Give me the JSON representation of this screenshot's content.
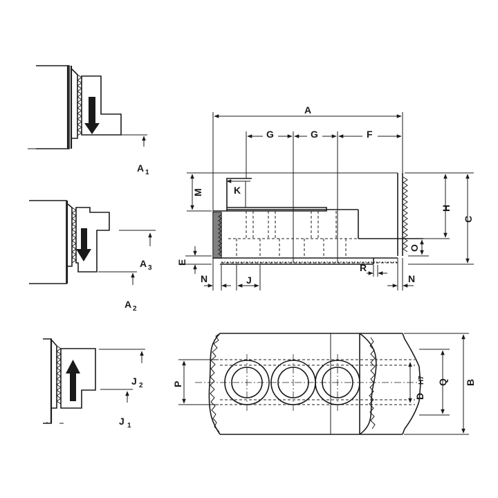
{
  "figure": {
    "dimension_labels": {
      "A": "A",
      "G1": "G",
      "G2": "G",
      "F": "F",
      "M": "M",
      "K": "K",
      "H": "H",
      "C": "C",
      "E": "E",
      "O": "O",
      "N_left": "N",
      "J": "J",
      "R": "R",
      "N_right": "N",
      "P": "P",
      "Q": "Q",
      "B": "B",
      "D": "D",
      "D_tol": "H7"
    },
    "side_views": [
      {
        "label": "A",
        "subscript": "1"
      },
      {
        "label": "A",
        "subscript": "3"
      },
      {
        "label": "A",
        "subscript": "2"
      },
      {
        "label": "J",
        "subscript": "2"
      },
      {
        "label": "J",
        "subscript": "1"
      }
    ]
  }
}
